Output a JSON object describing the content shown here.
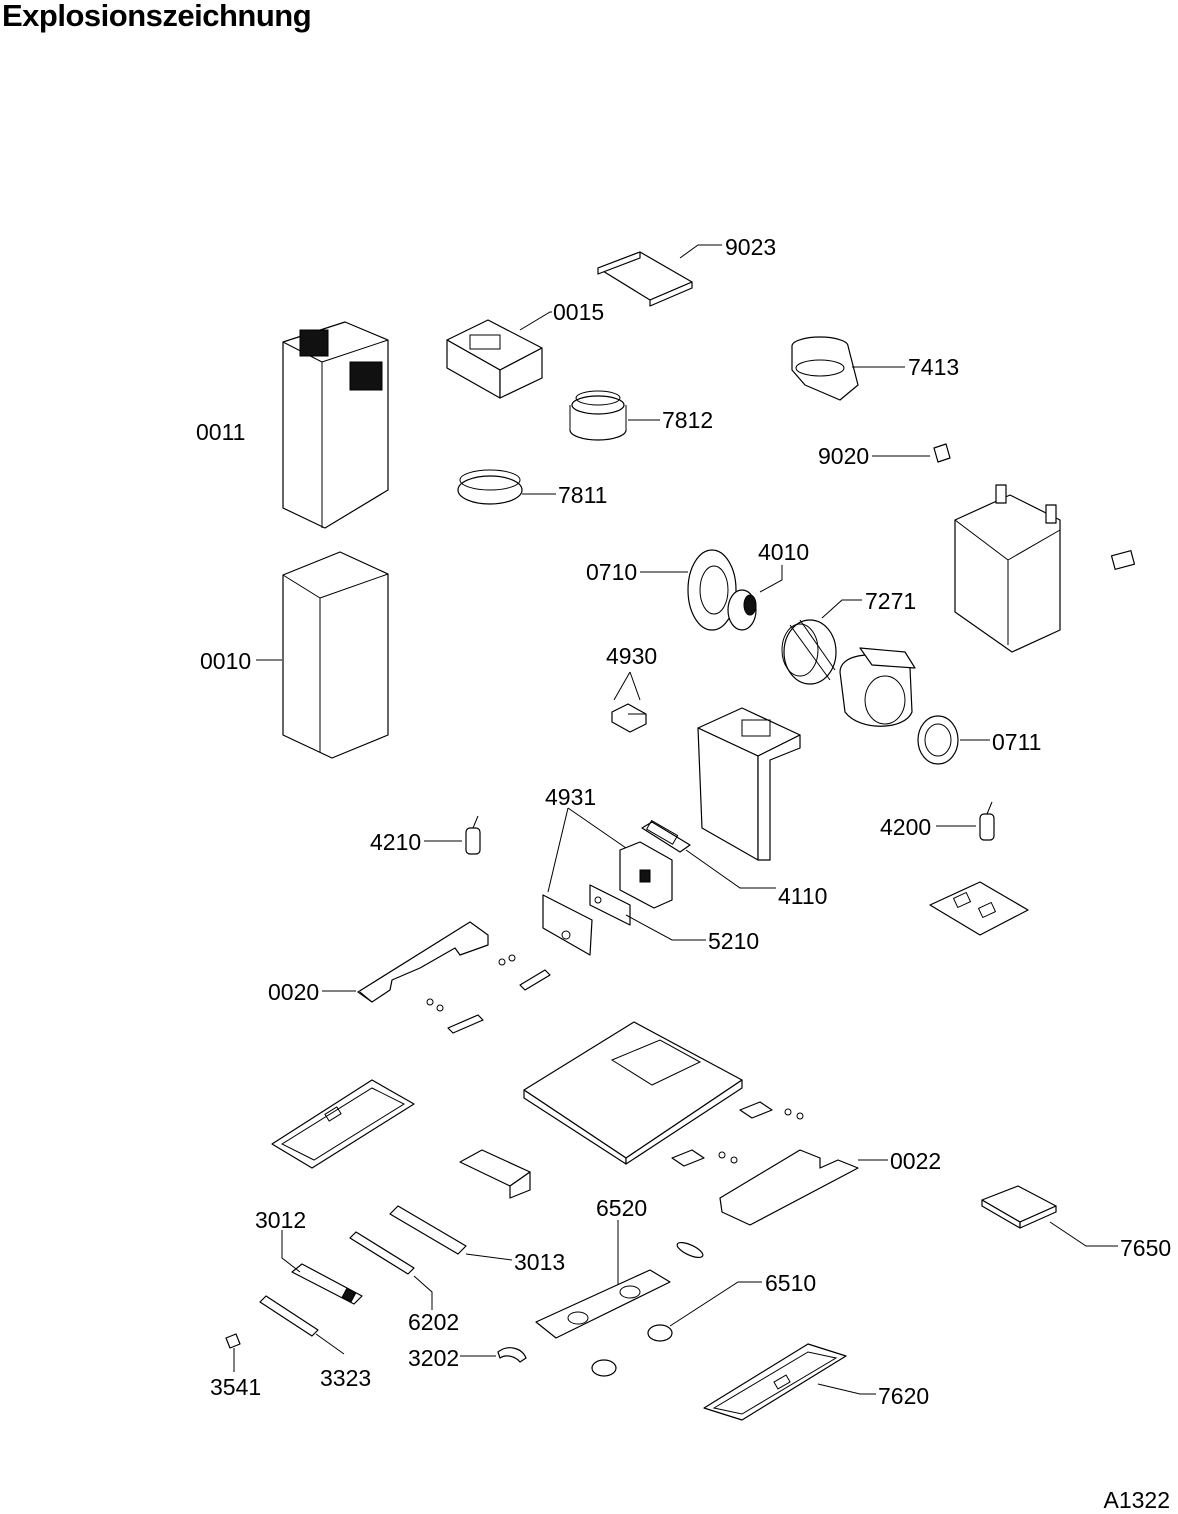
{
  "page": {
    "title": "Explosionszeichnung",
    "drawing_ref": "A1322"
  },
  "labels": {
    "l9023": "9023",
    "l0015": "0015",
    "l7413": "7413",
    "l0011": "0011",
    "l7812": "7812",
    "l9020": "9020",
    "l7811": "7811",
    "l0710": "0710",
    "l4010": "4010",
    "l7271": "7271",
    "l0010": "0010",
    "l4930": "4930",
    "l0711": "0711",
    "l4931": "4931",
    "l4210": "4210",
    "l4200": "4200",
    "l4110": "4110",
    "l5210": "5210",
    "l0020": "0020",
    "l0022": "0022",
    "l3012": "3012",
    "l6520": "6520",
    "l3013": "3013",
    "l7650": "7650",
    "l6510": "6510",
    "l6202": "6202",
    "l3202": "3202",
    "l3323": "3323",
    "l3541": "3541",
    "l7620": "7620"
  }
}
